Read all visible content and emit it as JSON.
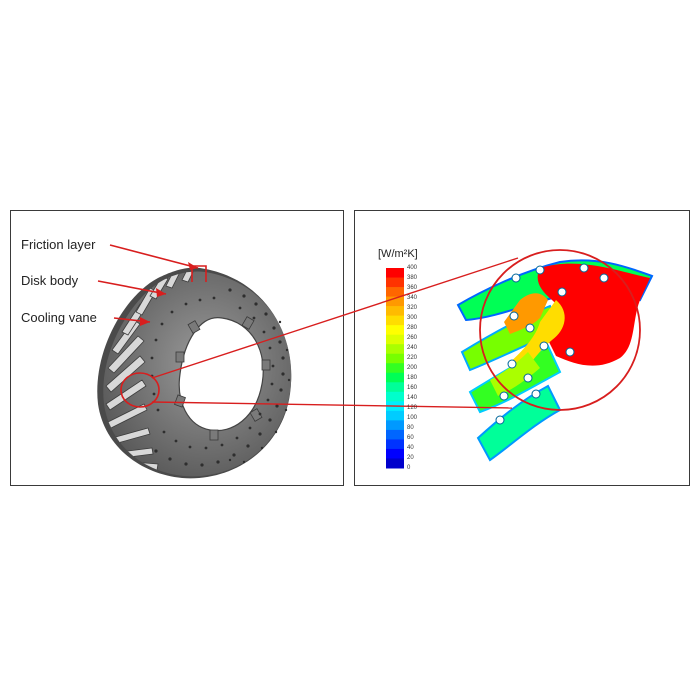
{
  "labels": {
    "friction_layer": "Friction layer",
    "disk_body": "Disk body",
    "cooling_vane": "Cooling vane"
  },
  "colorbar": {
    "unit": "[W/m²K]",
    "ticks": [
      "400",
      "380",
      "360",
      "340",
      "320",
      "300",
      "280",
      "260",
      "240",
      "220",
      "200",
      "180",
      "160",
      "140",
      "120",
      "100",
      "80",
      "60",
      "40",
      "20",
      "0"
    ],
    "colors": [
      "#ff0000",
      "#ff3300",
      "#ff6600",
      "#ff9900",
      "#ffbb00",
      "#ffdd00",
      "#ffff00",
      "#ddff00",
      "#aaff00",
      "#77ff00",
      "#33ff22",
      "#00ff55",
      "#00ff99",
      "#00ffcc",
      "#00eeff",
      "#00ccff",
      "#0099ff",
      "#0066ff",
      "#0033ff",
      "#0000ff",
      "#0000cc"
    ]
  },
  "colors": {
    "annotation_red": "#d81e1e",
    "panel_border": "#3a3a3a"
  }
}
